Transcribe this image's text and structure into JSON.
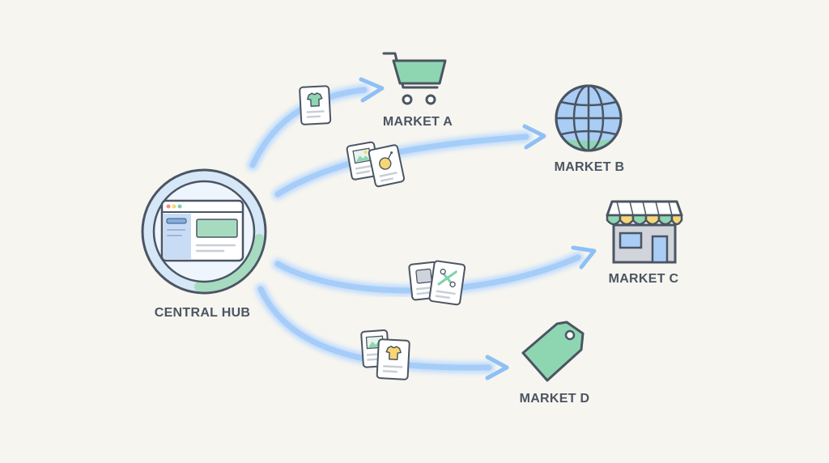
{
  "hub": {
    "label": "CENTRAL HUB"
  },
  "markets": [
    {
      "id": "a",
      "label": "MARKET A",
      "icon": "shopping-cart-icon"
    },
    {
      "id": "b",
      "label": "MARKET B",
      "icon": "globe-icon"
    },
    {
      "id": "c",
      "label": "MARKET C",
      "icon": "storefront-icon"
    },
    {
      "id": "d",
      "label": "MARKET D",
      "icon": "price-tag-icon"
    }
  ],
  "colors": {
    "background": "#f6f5ef",
    "outline": "#4b5563",
    "arrow_glow": "#bfdbfe",
    "arrow_core": "#93c5fd",
    "hub_blue": "#bcd6f3",
    "hub_green": "#a7dbc0",
    "accent_green": "#7fd1a8",
    "accent_yellow": "#f7d774",
    "accent_blue": "#a9cdf5"
  }
}
